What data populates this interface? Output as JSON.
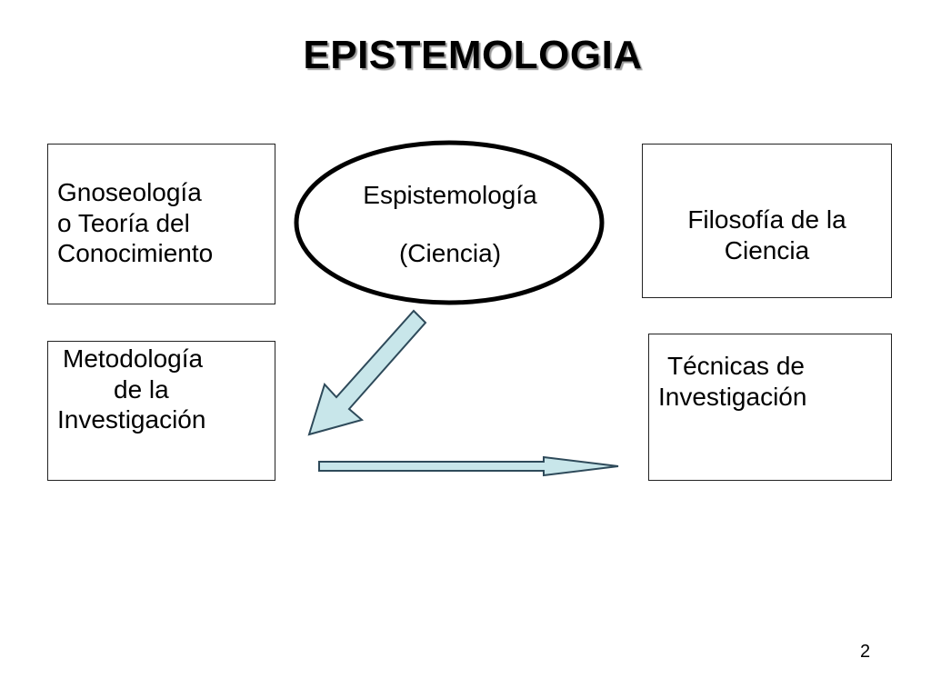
{
  "title": "EPISTEMOLOGIA",
  "boxes": {
    "gnoseologia": [
      "Gnoseología",
      "o Teoría del",
      "Conocimiento"
    ],
    "filosofia": [
      "Filosofía de la",
      "Ciencia"
    ],
    "metodologia": [
      "Metodología",
      "de la",
      "Investigación"
    ],
    "tecnicas": [
      "Técnicas de",
      "Investigación"
    ]
  },
  "ellipse": {
    "line1": "Espistemología",
    "line2": "(Ciencia)"
  },
  "colors": {
    "arrow_fill": "#c8e6ea",
    "arrow_stroke": "#2e4a5a",
    "title_shadow": "#9a9a9a"
  },
  "page_number": "2"
}
